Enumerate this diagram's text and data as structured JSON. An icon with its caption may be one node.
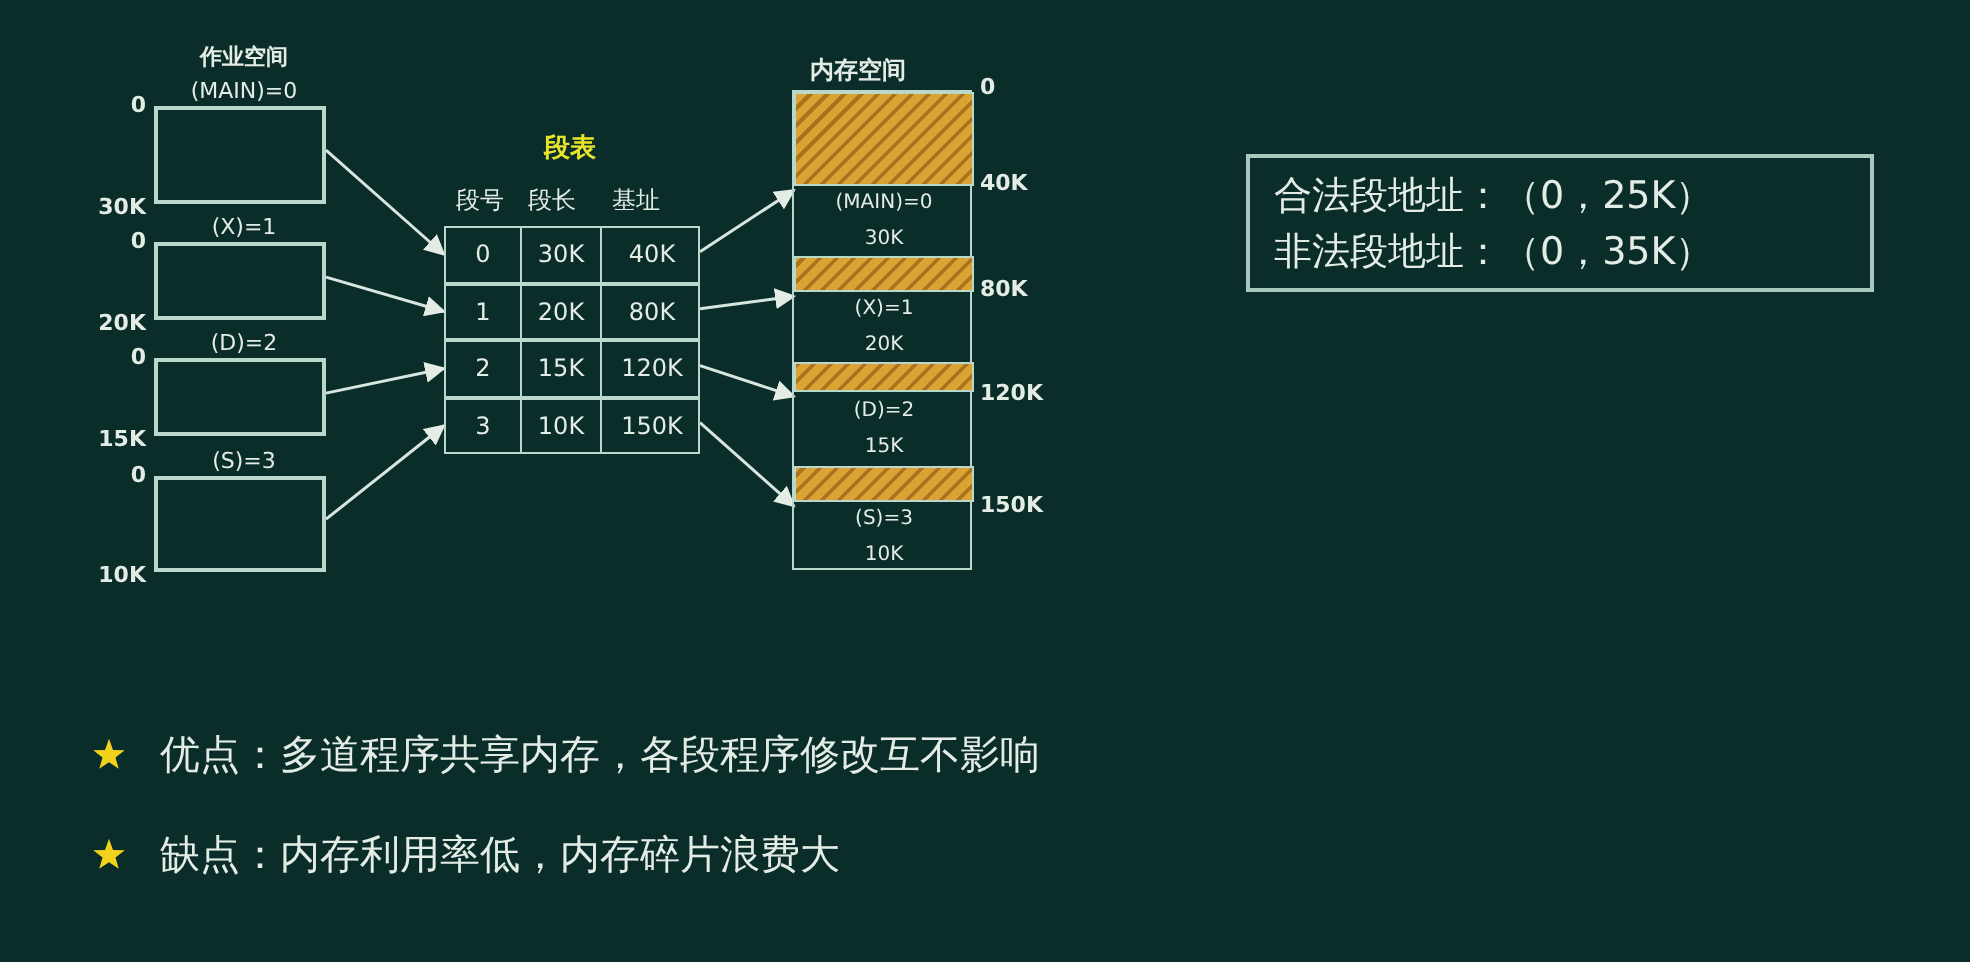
{
  "diagram": {
    "nodes": [
      {
        "text": [
          "作业空间",
          "(MAIN)=0"
        ],
        "beside": [
          "0",
          "30K"
        ]
      },
      {
        "text": [
          "(X)=1"
        ],
        "beside": [
          "0",
          "20K"
        ]
      },
      {
        "text": [
          "(D)=2"
        ],
        "beside": [
          "0",
          "15K"
        ]
      },
      {
        "text": [
          "(S)=3"
        ],
        "beside": [
          "0",
          "10K"
        ]
      },
      {
        "text": [
          "段表"
        ]
      },
      {
        "text": [
          "0",
          "30K",
          "40K"
        ],
        "in": 4
      },
      {
        "text": [
          "1",
          "20K",
          "80K"
        ],
        "in": 4
      },
      {
        "text": [
          "2",
          "15K",
          "120K"
        ],
        "in": 4
      },
      {
        "text": [
          "3",
          "10K",
          "150K"
        ],
        "in": 4
      },
      {
        "text": [
          "内存空间"
        ]
      },
      {
        "text": [],
        "shape": "bar",
        "in": 9
      },
      {
        "text": [
          "(MAIN)=0",
          "30K"
        ],
        "in": 9
      },
      {
        "text": [],
        "shape": "bar",
        "in": 9
      },
      {
        "text": [
          "(X)=1",
          "20K"
        ],
        "in": 9
      },
      {
        "text": [],
        "shape": "bar",
        "in": 9
      },
      {
        "text": [
          "(D)=2",
          "15K"
        ],
        "in": 9
      },
      {
        "text": [],
        "shape": "bar",
        "in": 9
      },
      {
        "text": [
          "(S)=3",
          "10K"
        ],
        "in": 9
      },
      {
        "text": [
          "合法段地址：（0，25K）",
          "非法段地址：（0，35K）"
        ]
      }
    ],
    "edges": [
      {
        "from": 0,
        "to": 5,
        "arrow": "to"
      },
      {
        "from": 1,
        "to": 6,
        "arrow": "to"
      },
      {
        "from": 2,
        "to": 7,
        "arrow": "to"
      },
      {
        "from": 3,
        "to": 8,
        "arrow": "to"
      },
      {
        "from": 5,
        "to": 11,
        "arrow": "to"
      },
      {
        "from": 6,
        "to": 13,
        "arrow": "to"
      },
      {
        "from": 7,
        "to": 15,
        "arrow": "to"
      },
      {
        "from": 8,
        "to": 17,
        "arrow": "to"
      }
    ],
    "labels": [
      "段号",
      "段长",
      "基址",
      "0",
      "40K",
      "80K",
      "120K",
      "150K",
      "优点：多道程序共享内存，各段程序修改互不影响",
      "缺点：内存利用率低，内存碎片浪费大"
    ]
  }
}
